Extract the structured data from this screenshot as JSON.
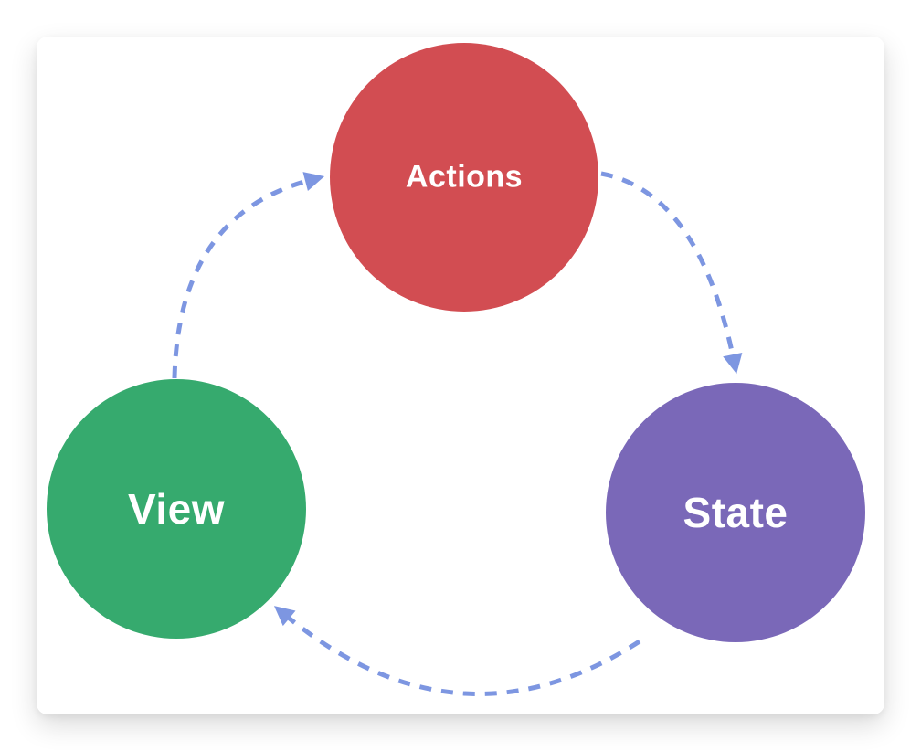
{
  "diagram": {
    "type": "cycle",
    "nodes": [
      {
        "id": "actions",
        "label": "Actions",
        "color": "#d24d52"
      },
      {
        "id": "view",
        "label": "View",
        "color": "#36aa6e"
      },
      {
        "id": "state",
        "label": "State",
        "color": "#7a68b8"
      }
    ],
    "edges": [
      {
        "from": "view",
        "to": "actions",
        "style": "dashed"
      },
      {
        "from": "actions",
        "to": "state",
        "style": "dashed"
      },
      {
        "from": "state",
        "to": "view",
        "style": "dashed"
      }
    ],
    "arrow_color": "#7d96e1",
    "label_color": "#ffffff",
    "card_background": "#ffffff"
  }
}
